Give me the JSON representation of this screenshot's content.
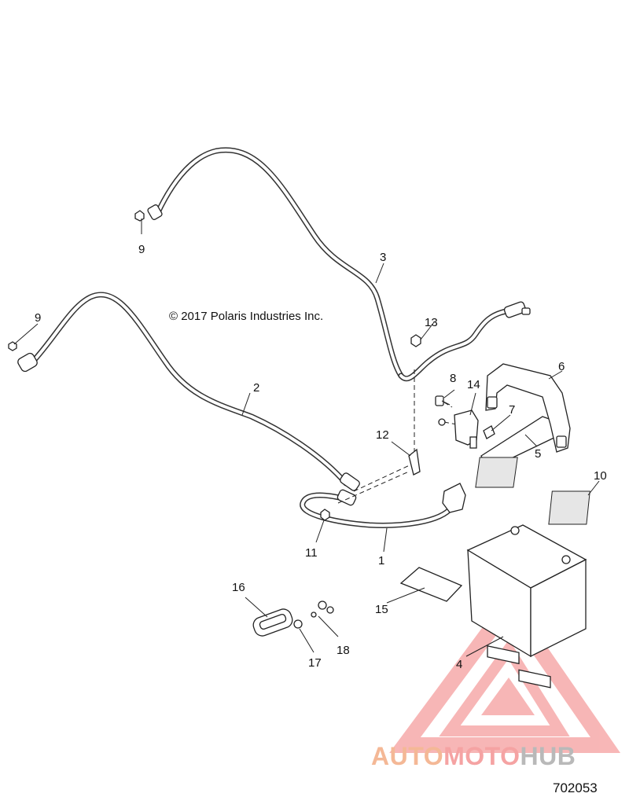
{
  "copyright": "© 2017 Polaris Industries Inc.",
  "reference_number": "702053",
  "watermark": {
    "part1": "AUTO",
    "part2": "MOTO",
    "part3": "HUB"
  },
  "callouts": {
    "c1": "1",
    "c2": "2",
    "c3": "3",
    "c4": "4",
    "c5": "5",
    "c6": "6",
    "c7": "7",
    "c8": "8",
    "c9a": "9",
    "c9b": "9",
    "c10": "10",
    "c11": "11",
    "c12": "12",
    "c13": "13",
    "c14": "14",
    "c15": "15",
    "c16": "16",
    "c17": "17",
    "c18": "18"
  },
  "colors": {
    "line": "#222222",
    "watermark_red": "#f08080",
    "watermark_orange": "#f4b896",
    "watermark_gray": "#b9b9b9"
  }
}
